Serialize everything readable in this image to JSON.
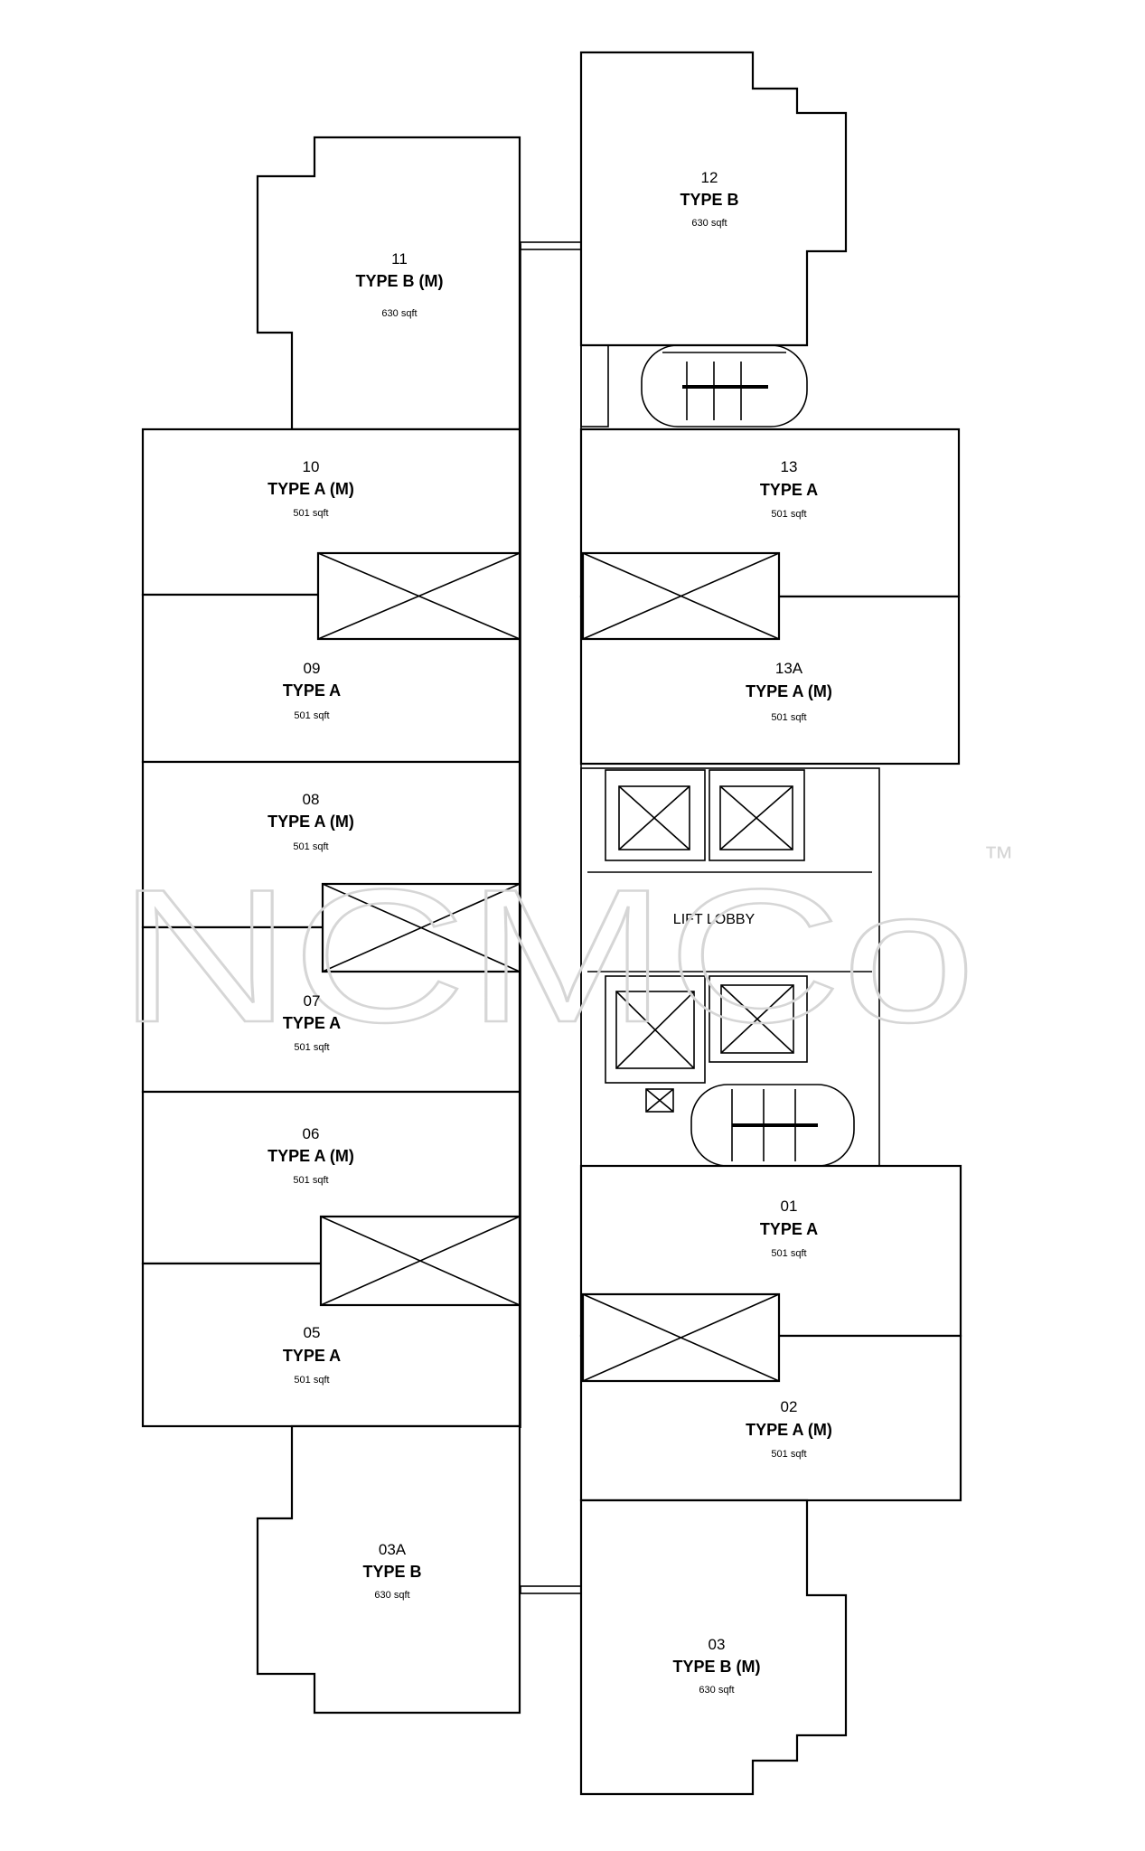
{
  "watermark": {
    "text": "NCMCo",
    "trademark": "™"
  },
  "lift_lobby": "LIFT LOBBY",
  "units": [
    {
      "id": "11",
      "no": "11",
      "type": "TYPE B (M)",
      "area": "630 sqft"
    },
    {
      "id": "12",
      "no": "12",
      "type": "TYPE B",
      "area": "630 sqft"
    },
    {
      "id": "10",
      "no": "10",
      "type": "TYPE A (M)",
      "area": "501 sqft"
    },
    {
      "id": "13",
      "no": "13",
      "type": "TYPE A",
      "area": "501 sqft"
    },
    {
      "id": "09",
      "no": "09",
      "type": "TYPE A",
      "area": "501 sqft"
    },
    {
      "id": "13A",
      "no": "13A",
      "type": "TYPE A (M)",
      "area": "501 sqft"
    },
    {
      "id": "08",
      "no": "08",
      "type": "TYPE A (M)",
      "area": "501 sqft"
    },
    {
      "id": "07",
      "no": "07",
      "type": "TYPE A",
      "area": "501 sqft"
    },
    {
      "id": "06",
      "no": "06",
      "type": "TYPE A (M)",
      "area": "501 sqft"
    },
    {
      "id": "05",
      "no": "05",
      "type": "TYPE A",
      "area": "501 sqft"
    },
    {
      "id": "01",
      "no": "01",
      "type": "TYPE A",
      "area": "501 sqft"
    },
    {
      "id": "02",
      "no": "02",
      "type": "TYPE A (M)",
      "area": "501 sqft"
    },
    {
      "id": "03A",
      "no": "03A",
      "type": "TYPE B",
      "area": "630 sqft"
    },
    {
      "id": "03",
      "no": "03",
      "type": "TYPE B (M)",
      "area": "630 sqft"
    }
  ]
}
